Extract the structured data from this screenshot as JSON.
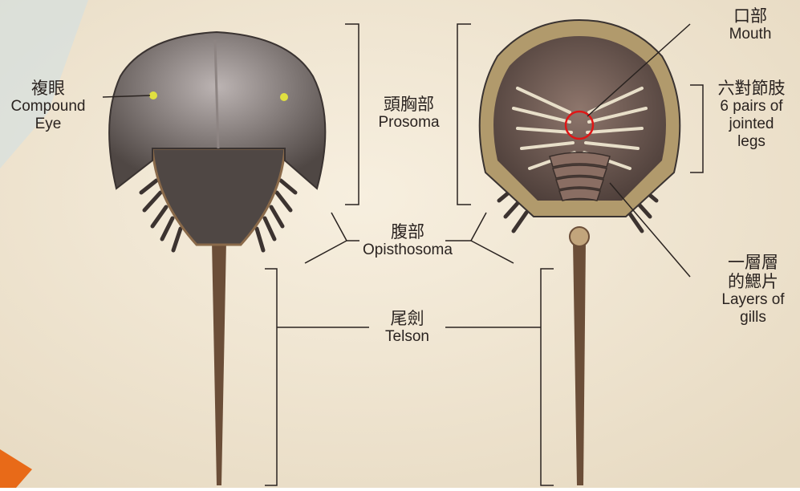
{
  "labels": {
    "compound_eye": {
      "zh": "複眼",
      "en": "Compound Eye"
    },
    "prosoma": {
      "zh": "頭胸部",
      "en": "Prosoma"
    },
    "opisthosoma": {
      "zh": "腹部",
      "en": "Opisthosoma"
    },
    "telson": {
      "zh": "尾劍",
      "en": "Telson"
    },
    "mouth": {
      "zh": "口部",
      "en": "Mouth"
    },
    "legs": {
      "zh": "六對節肢",
      "en_lines": [
        "6 pairs of",
        "jointed",
        "legs"
      ]
    },
    "gills": {
      "zh_lines": [
        "一層層",
        "的鰓片"
      ],
      "en_lines": [
        "Layers of",
        "gills"
      ]
    }
  },
  "colors": {
    "background": "#efe5d2",
    "shell_dark": "#4a423f",
    "shell_light": "#b8b0ae",
    "underside_rim": "#b19a6c",
    "underside_body": "#6e5a52",
    "telson": "#6b4e38",
    "eye_marker": "#e0e040",
    "mouth_circle": "#e01616",
    "leader_line": "#2a2320"
  }
}
